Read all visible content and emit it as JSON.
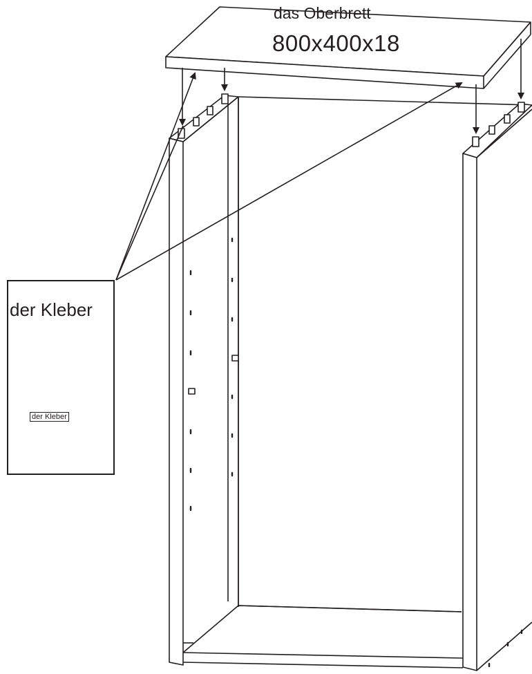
{
  "top_board": {
    "name": "das Oberbrett",
    "dimensions": "800x400x18"
  },
  "callout": {
    "title": "der Kleber",
    "bottle_label": "der Kleber"
  },
  "colors": {
    "line": "#231f20",
    "background": "#ffffff"
  }
}
